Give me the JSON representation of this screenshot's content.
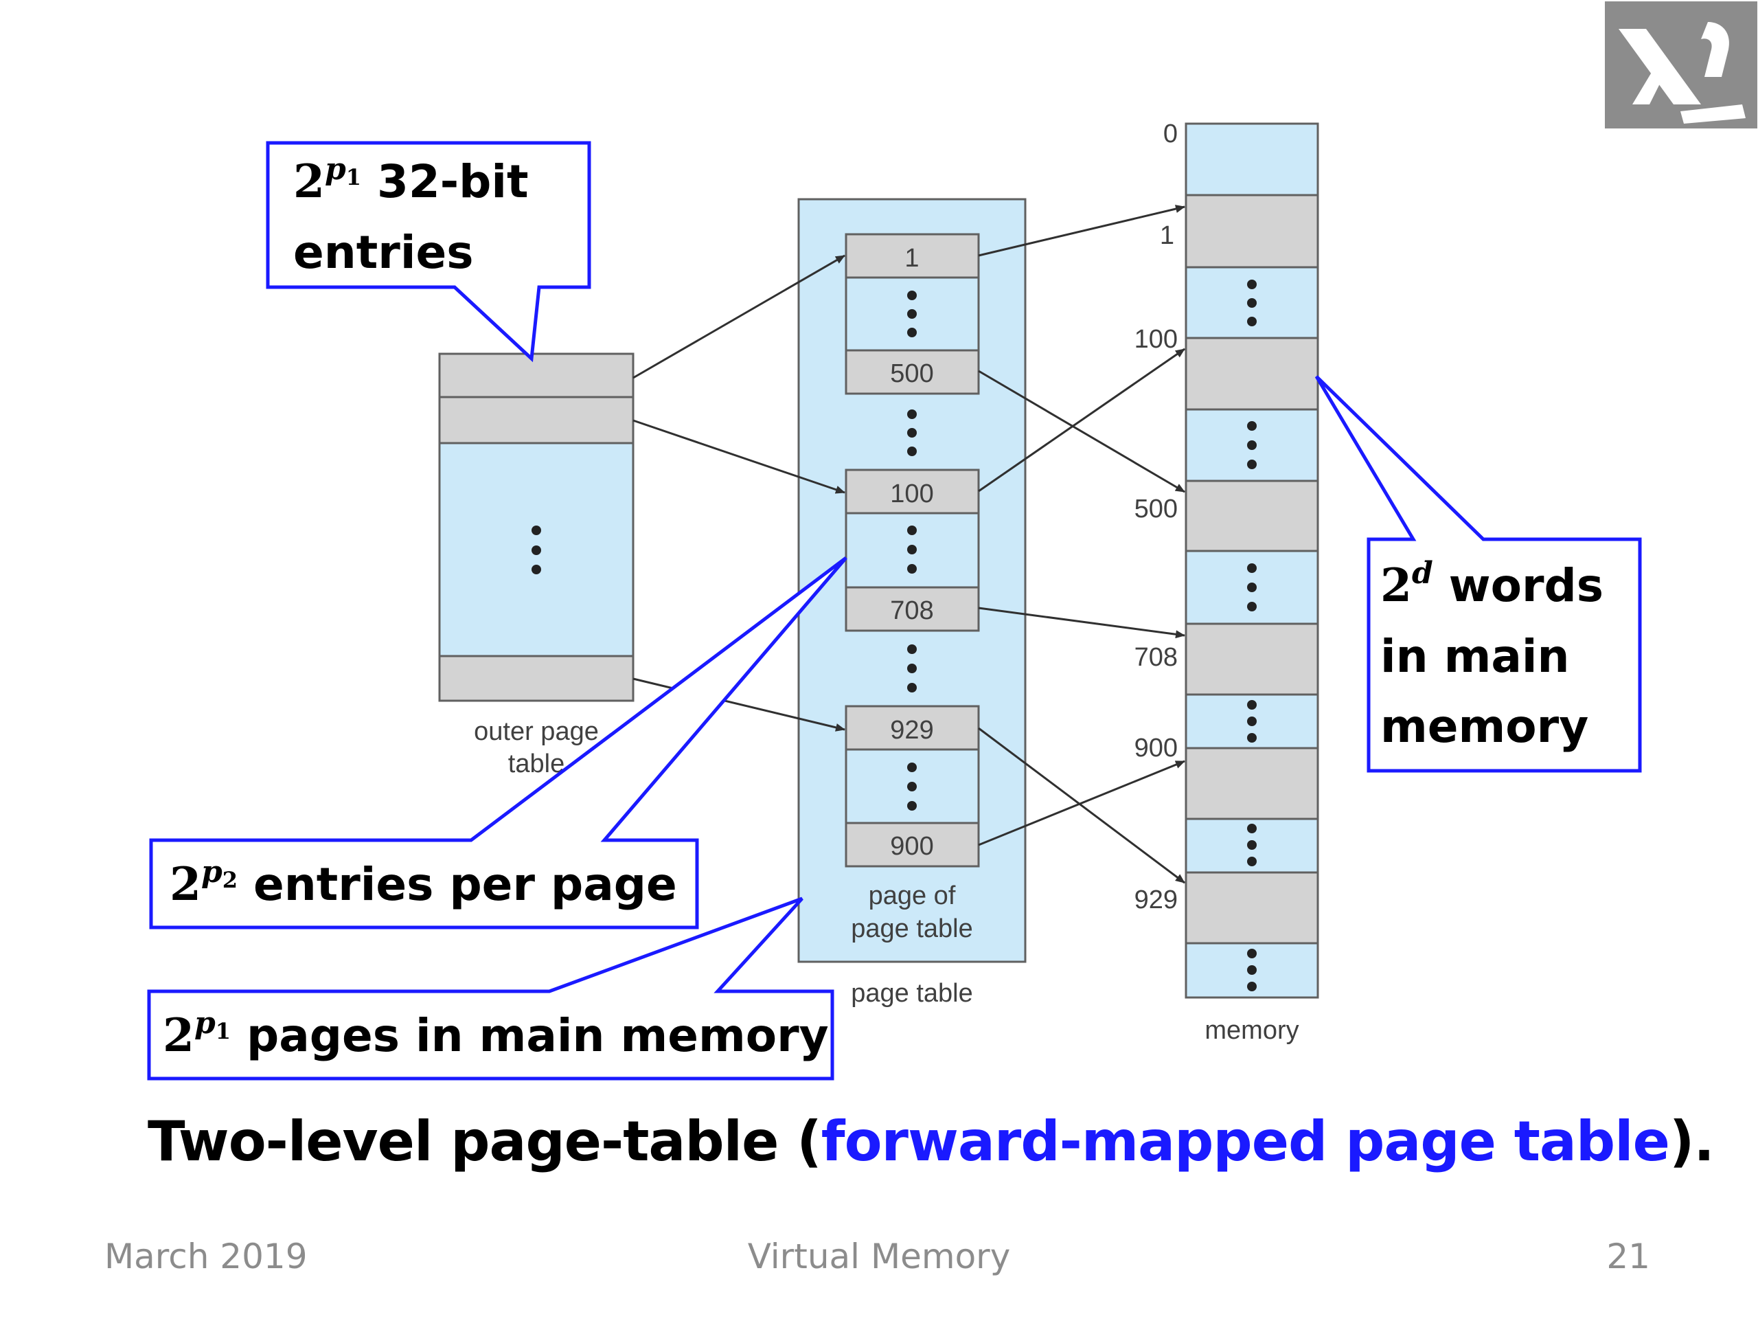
{
  "slide": {
    "title_prefix": "Two-level page-table (",
    "title_highlight": "forward-mapped page table",
    "title_suffix": ").",
    "footer_left": "March 2019",
    "footer_center": "Virtual Memory",
    "footer_right": "21"
  },
  "diagram": {
    "outer_label_1": "outer page",
    "outer_label_2": "table",
    "page_of_label_1": "page of",
    "page_of_label_2": "page table",
    "page_table_label": "page table",
    "memory_label": "memory",
    "page_entries": [
      "1",
      "500",
      "100",
      "708",
      "929",
      "900"
    ],
    "memory_addresses": [
      "0",
      "1",
      "100",
      "500",
      "708",
      "900",
      "929"
    ]
  },
  "callouts": {
    "outer": {
      "base": "2",
      "exp": "p",
      "sub": "1",
      "line1": " 32-bit",
      "line2": "entries"
    },
    "per_page": {
      "base": "2",
      "exp": "p",
      "sub": "2",
      "text": " entries per page"
    },
    "pages": {
      "base": "2",
      "exp": "p",
      "sub": "1",
      "text": " pages in main memory"
    },
    "words": {
      "base": "2",
      "exp": "d",
      "line1": " words",
      "line2": "in main",
      "line3": "memory"
    }
  },
  "colors": {
    "light_blue": "#cce9f9",
    "gray_cell": "#d3d3d3",
    "callout_border": "#1a1aff",
    "arrow": "#303030"
  }
}
